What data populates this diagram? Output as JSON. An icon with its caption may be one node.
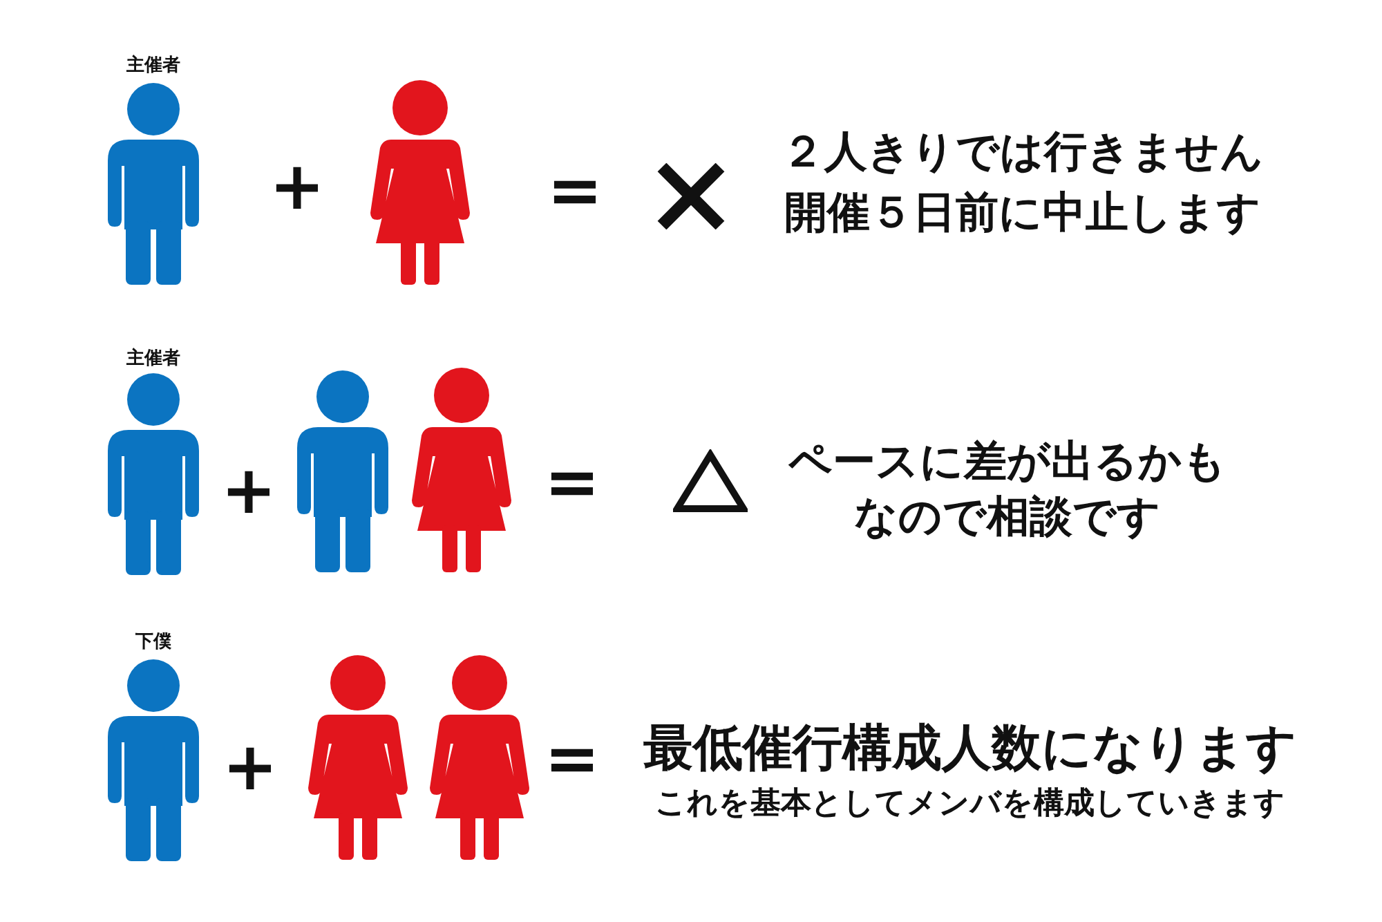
{
  "diagram": {
    "labels": [
      "主催者",
      "+",
      "=",
      "２人きりでは行きません",
      "開催５日前に中止します",
      "主催者",
      "+",
      "=",
      "ペースに差が出るかもなので相談です",
      "下僕",
      "+",
      "=",
      "最低催行構成人数になります",
      "これを基本としてメンバを構成していきます"
    ]
  }
}
